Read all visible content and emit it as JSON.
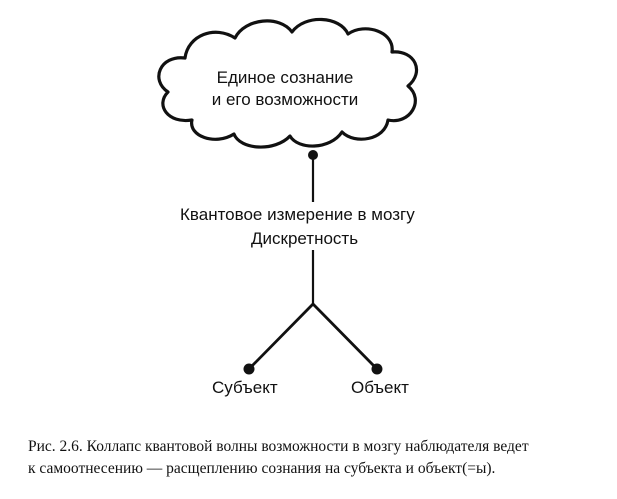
{
  "cloud": {
    "line1": "Единое сознание",
    "line2": "и его возможности"
  },
  "measurement": {
    "line1": "Квантовое измерение в мозгу",
    "line2": "Дискретность"
  },
  "branches": {
    "left_label": "Субъект",
    "right_label": "Объект"
  },
  "caption": {
    "line1": "Рис. 2.6. Коллапс квантовой волны возможности в мозгу наблюдателя ведет",
    "line2": "к самоотнесению — расщеплению сознания на субъекта и объект(=ы)."
  }
}
